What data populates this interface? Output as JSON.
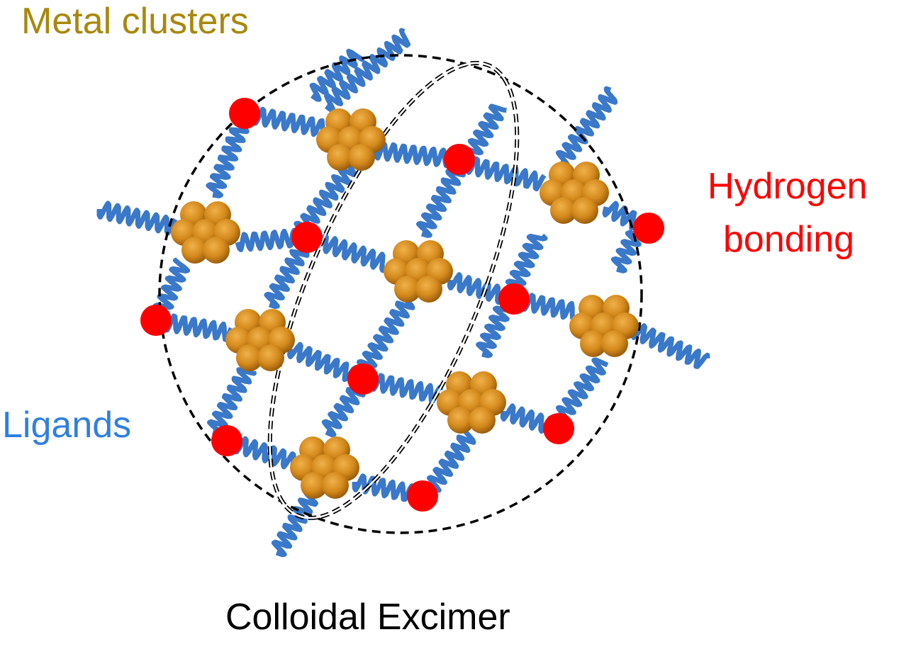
{
  "labels": {
    "metal_clusters": "Metal clusters",
    "hydrogen_bonding_line1": "Hydrogen",
    "hydrogen_bonding_line2": "bonding",
    "ligands": "Ligands",
    "title": "Colloidal Excimer"
  },
  "colors": {
    "metal": "#a8870c",
    "hydrogen": "#ff0000",
    "ligand": "#3a78c9",
    "ligand_label": "#2f7fe0",
    "cluster": "#d4891c"
  }
}
